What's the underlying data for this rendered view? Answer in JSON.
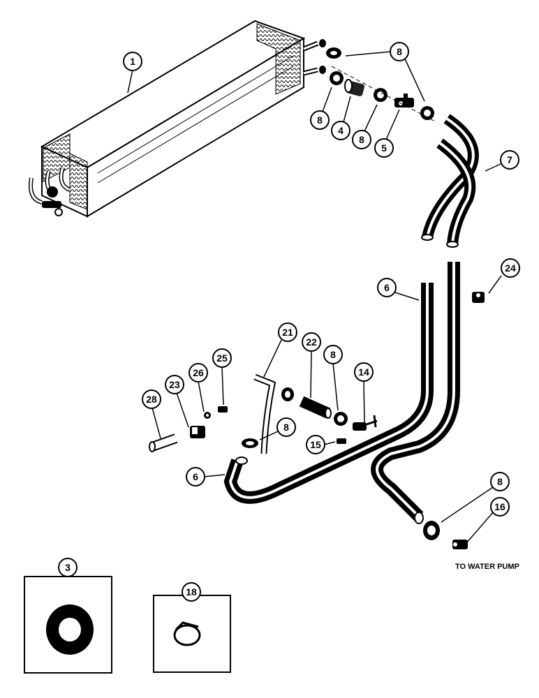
{
  "callouts": {
    "c1": "1",
    "c8_top": "8",
    "c8_a": "8",
    "c4": "4",
    "c8_b": "8",
    "c5": "5",
    "c7": "7",
    "c24": "24",
    "c6_top": "6",
    "c21": "21",
    "c22": "22",
    "c8_c": "8",
    "c14": "14",
    "c25": "25",
    "c26": "26",
    "c23": "23",
    "c28": "28",
    "c8_d": "8",
    "c15": "15",
    "c6_bottom": "6",
    "c8_e": "8",
    "c16": "16",
    "c3": "3",
    "c18": "18"
  },
  "notes": {
    "to_water_pump": "TO WATER PUMP"
  }
}
